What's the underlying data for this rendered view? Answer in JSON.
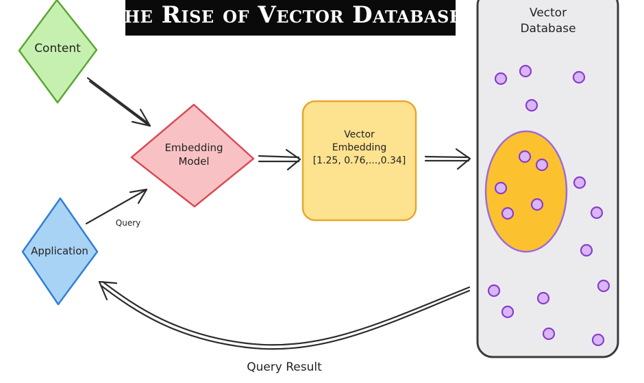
{
  "title": "The Rise of Vector Databases",
  "nodes": {
    "content": {
      "label": "Content"
    },
    "embedding_model": {
      "line1": "Embedding",
      "line2": "Model"
    },
    "application": {
      "label": "Application"
    },
    "vector_embedding": {
      "line1": "Vector",
      "line2": "Embedding",
      "line3": "[1.25, 0.76,...,0.34]"
    },
    "vector_database": {
      "line1": "Vector",
      "line2": "Database"
    }
  },
  "edges": {
    "query": "Query",
    "query_result": "Query Result"
  },
  "colors": {
    "content_fill": "#c6f0b0",
    "content_stroke": "#5aa632",
    "model_fill": "#f8c2c4",
    "model_stroke": "#d94b55",
    "app_fill": "#a9d3f5",
    "app_stroke": "#2f7fd6",
    "embedding_fill": "#fde28f",
    "embedding_stroke": "#e6a72e",
    "db_fill": "#ebebee",
    "db_stroke": "#3a3a3a",
    "cluster_fill": "#fcc12f",
    "cluster_stroke": "#9c6bd8",
    "dot_fill": "#d9b6f5",
    "dot_stroke": "#8a3cc9"
  }
}
